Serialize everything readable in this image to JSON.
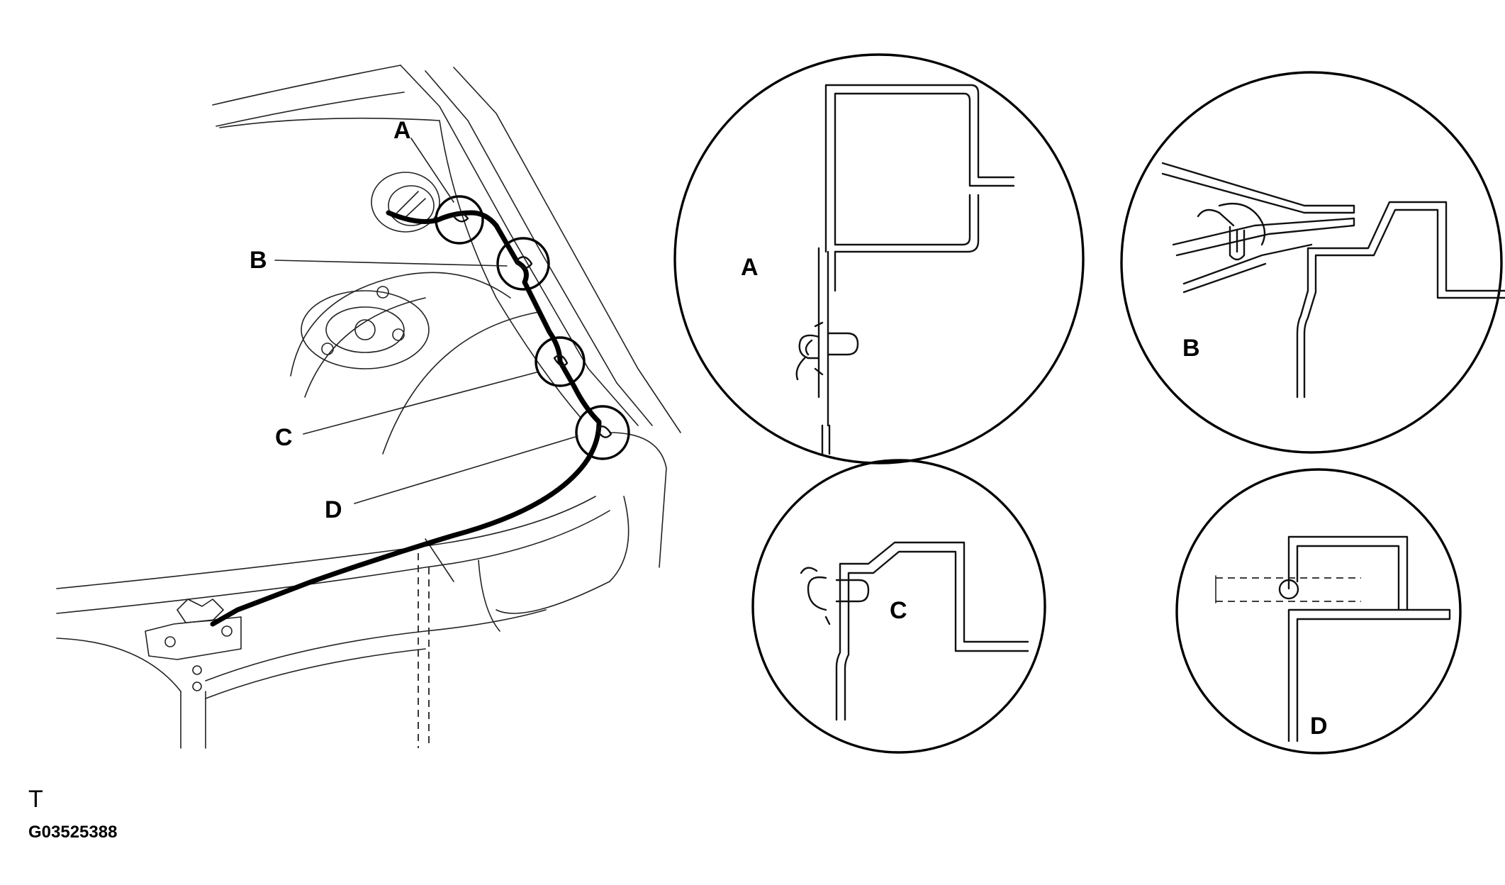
{
  "labels": {
    "main_a": "A",
    "main_b": "B",
    "main_c": "C",
    "main_d": "D",
    "detail_a": "A",
    "detail_b": "B",
    "detail_c": "C",
    "detail_d": "D"
  },
  "footer": {
    "mark": "T",
    "figure_code": "G03525388"
  }
}
